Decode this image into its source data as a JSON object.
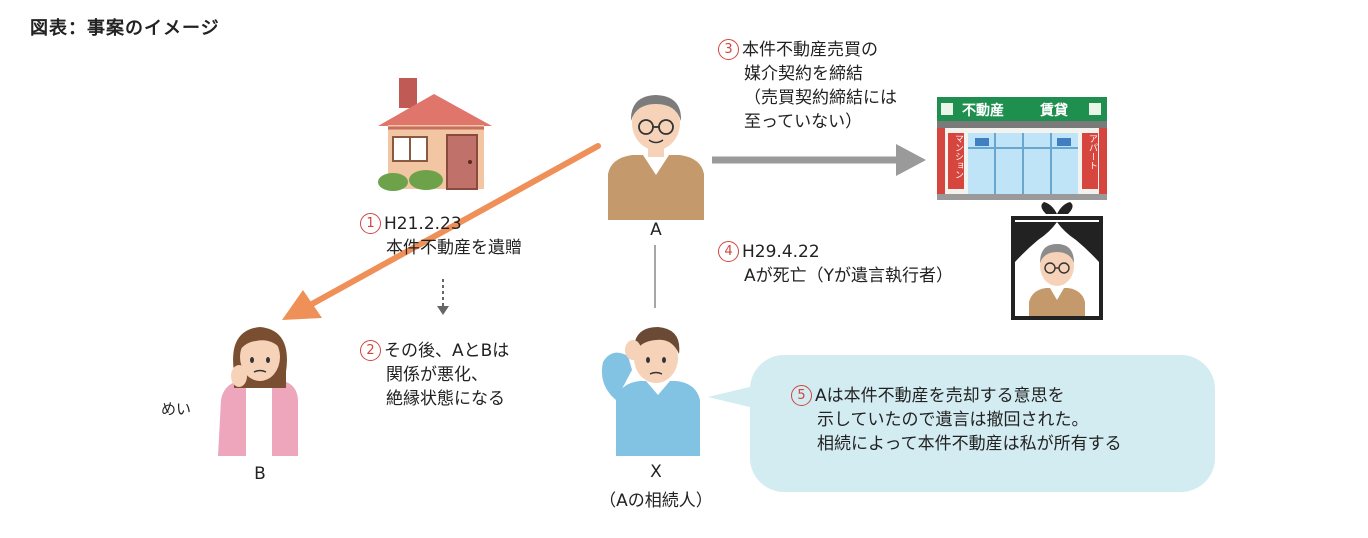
{
  "title": "図表：事案のイメージ",
  "steps": [
    {
      "num": "1",
      "lines": [
        "H21.2.23",
        "本件不動産を遺贈"
      ]
    },
    {
      "num": "2",
      "lines": [
        "その後、AとBは",
        "関係が悪化、",
        "絶縁状態になる"
      ]
    },
    {
      "num": "3",
      "lines": [
        "本件不動産売買の",
        "媒介契約を締結",
        "（売買契約締結には",
        "至っていない）"
      ]
    },
    {
      "num": "4",
      "lines": [
        "H29.4.22",
        "Aが死亡（Yが遺言執行者）"
      ]
    },
    {
      "num": "5",
      "lines": [
        "Aは本件不動産を売却する意思を",
        "示していたので遺言は撤回された。",
        "相続によって本件不動産は私が所有する"
      ]
    }
  ],
  "persons": {
    "a": {
      "label": "A"
    },
    "b": {
      "label": "B",
      "note": "めい"
    },
    "x": {
      "label": "X",
      "sub": "（Aの相続人）"
    }
  },
  "shop": {
    "sign_left": "不動産",
    "sign_right": "賃貸",
    "side_left": "マンション",
    "side_right": "アパート"
  },
  "colors": {
    "orange_arrow": "#ef9058",
    "gray_arrow": "#9a9a9a",
    "number_red": "#d0463f",
    "bubble": "#d3ecf2"
  },
  "icons": [
    "house-icon",
    "man-icon",
    "woman-icon",
    "young-man-icon",
    "realestate-shop-icon",
    "memorial-portrait-icon"
  ]
}
